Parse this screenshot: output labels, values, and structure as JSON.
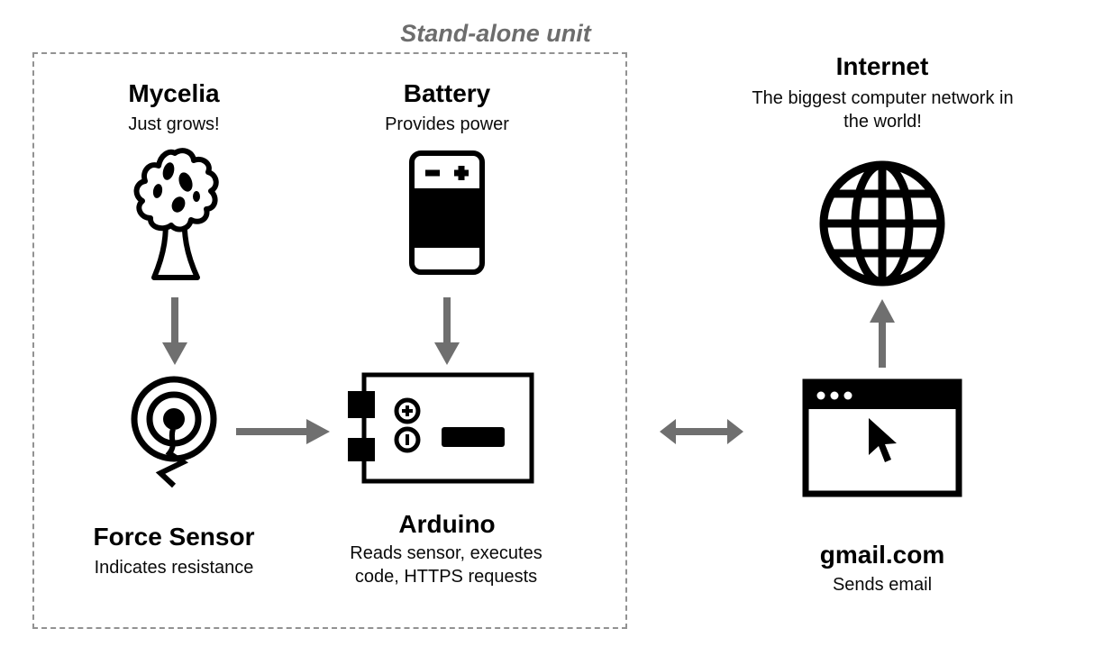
{
  "diagram": {
    "group": {
      "label": "Stand-alone unit"
    },
    "nodes": {
      "mycelia": {
        "title": "Mycelia",
        "subtitle": "Just grows!",
        "icon": "mycelia-blob-icon"
      },
      "battery": {
        "title": "Battery",
        "subtitle": "Provides power",
        "icon": "battery-icon"
      },
      "force_sensor": {
        "title": "Force Sensor",
        "subtitle": "Indicates resistance",
        "icon": "force-sensor-icon"
      },
      "arduino": {
        "title": "Arduino",
        "subtitle": "Reads sensor, executes code, HTTPS requests",
        "icon": "arduino-board-icon"
      },
      "internet": {
        "title": "Internet",
        "subtitle": "The biggest computer network in the world!",
        "icon": "globe-icon"
      },
      "gmail": {
        "title": "gmail.com",
        "subtitle": "Sends email",
        "icon": "browser-window-icon"
      }
    },
    "edges": [
      {
        "from": "mycelia",
        "to": "force_sensor",
        "direction": "down"
      },
      {
        "from": "battery",
        "to": "arduino",
        "direction": "down"
      },
      {
        "from": "force_sensor",
        "to": "arduino",
        "direction": "right"
      },
      {
        "from": "arduino",
        "to": "gmail",
        "direction": "both"
      },
      {
        "from": "gmail",
        "to": "internet",
        "direction": "up"
      }
    ],
    "colors": {
      "arrow": "#6f6f6f",
      "group_label": "#6d6d6d",
      "dashed_border": "#929292",
      "icon": "#000000",
      "background": "#ffffff"
    }
  }
}
